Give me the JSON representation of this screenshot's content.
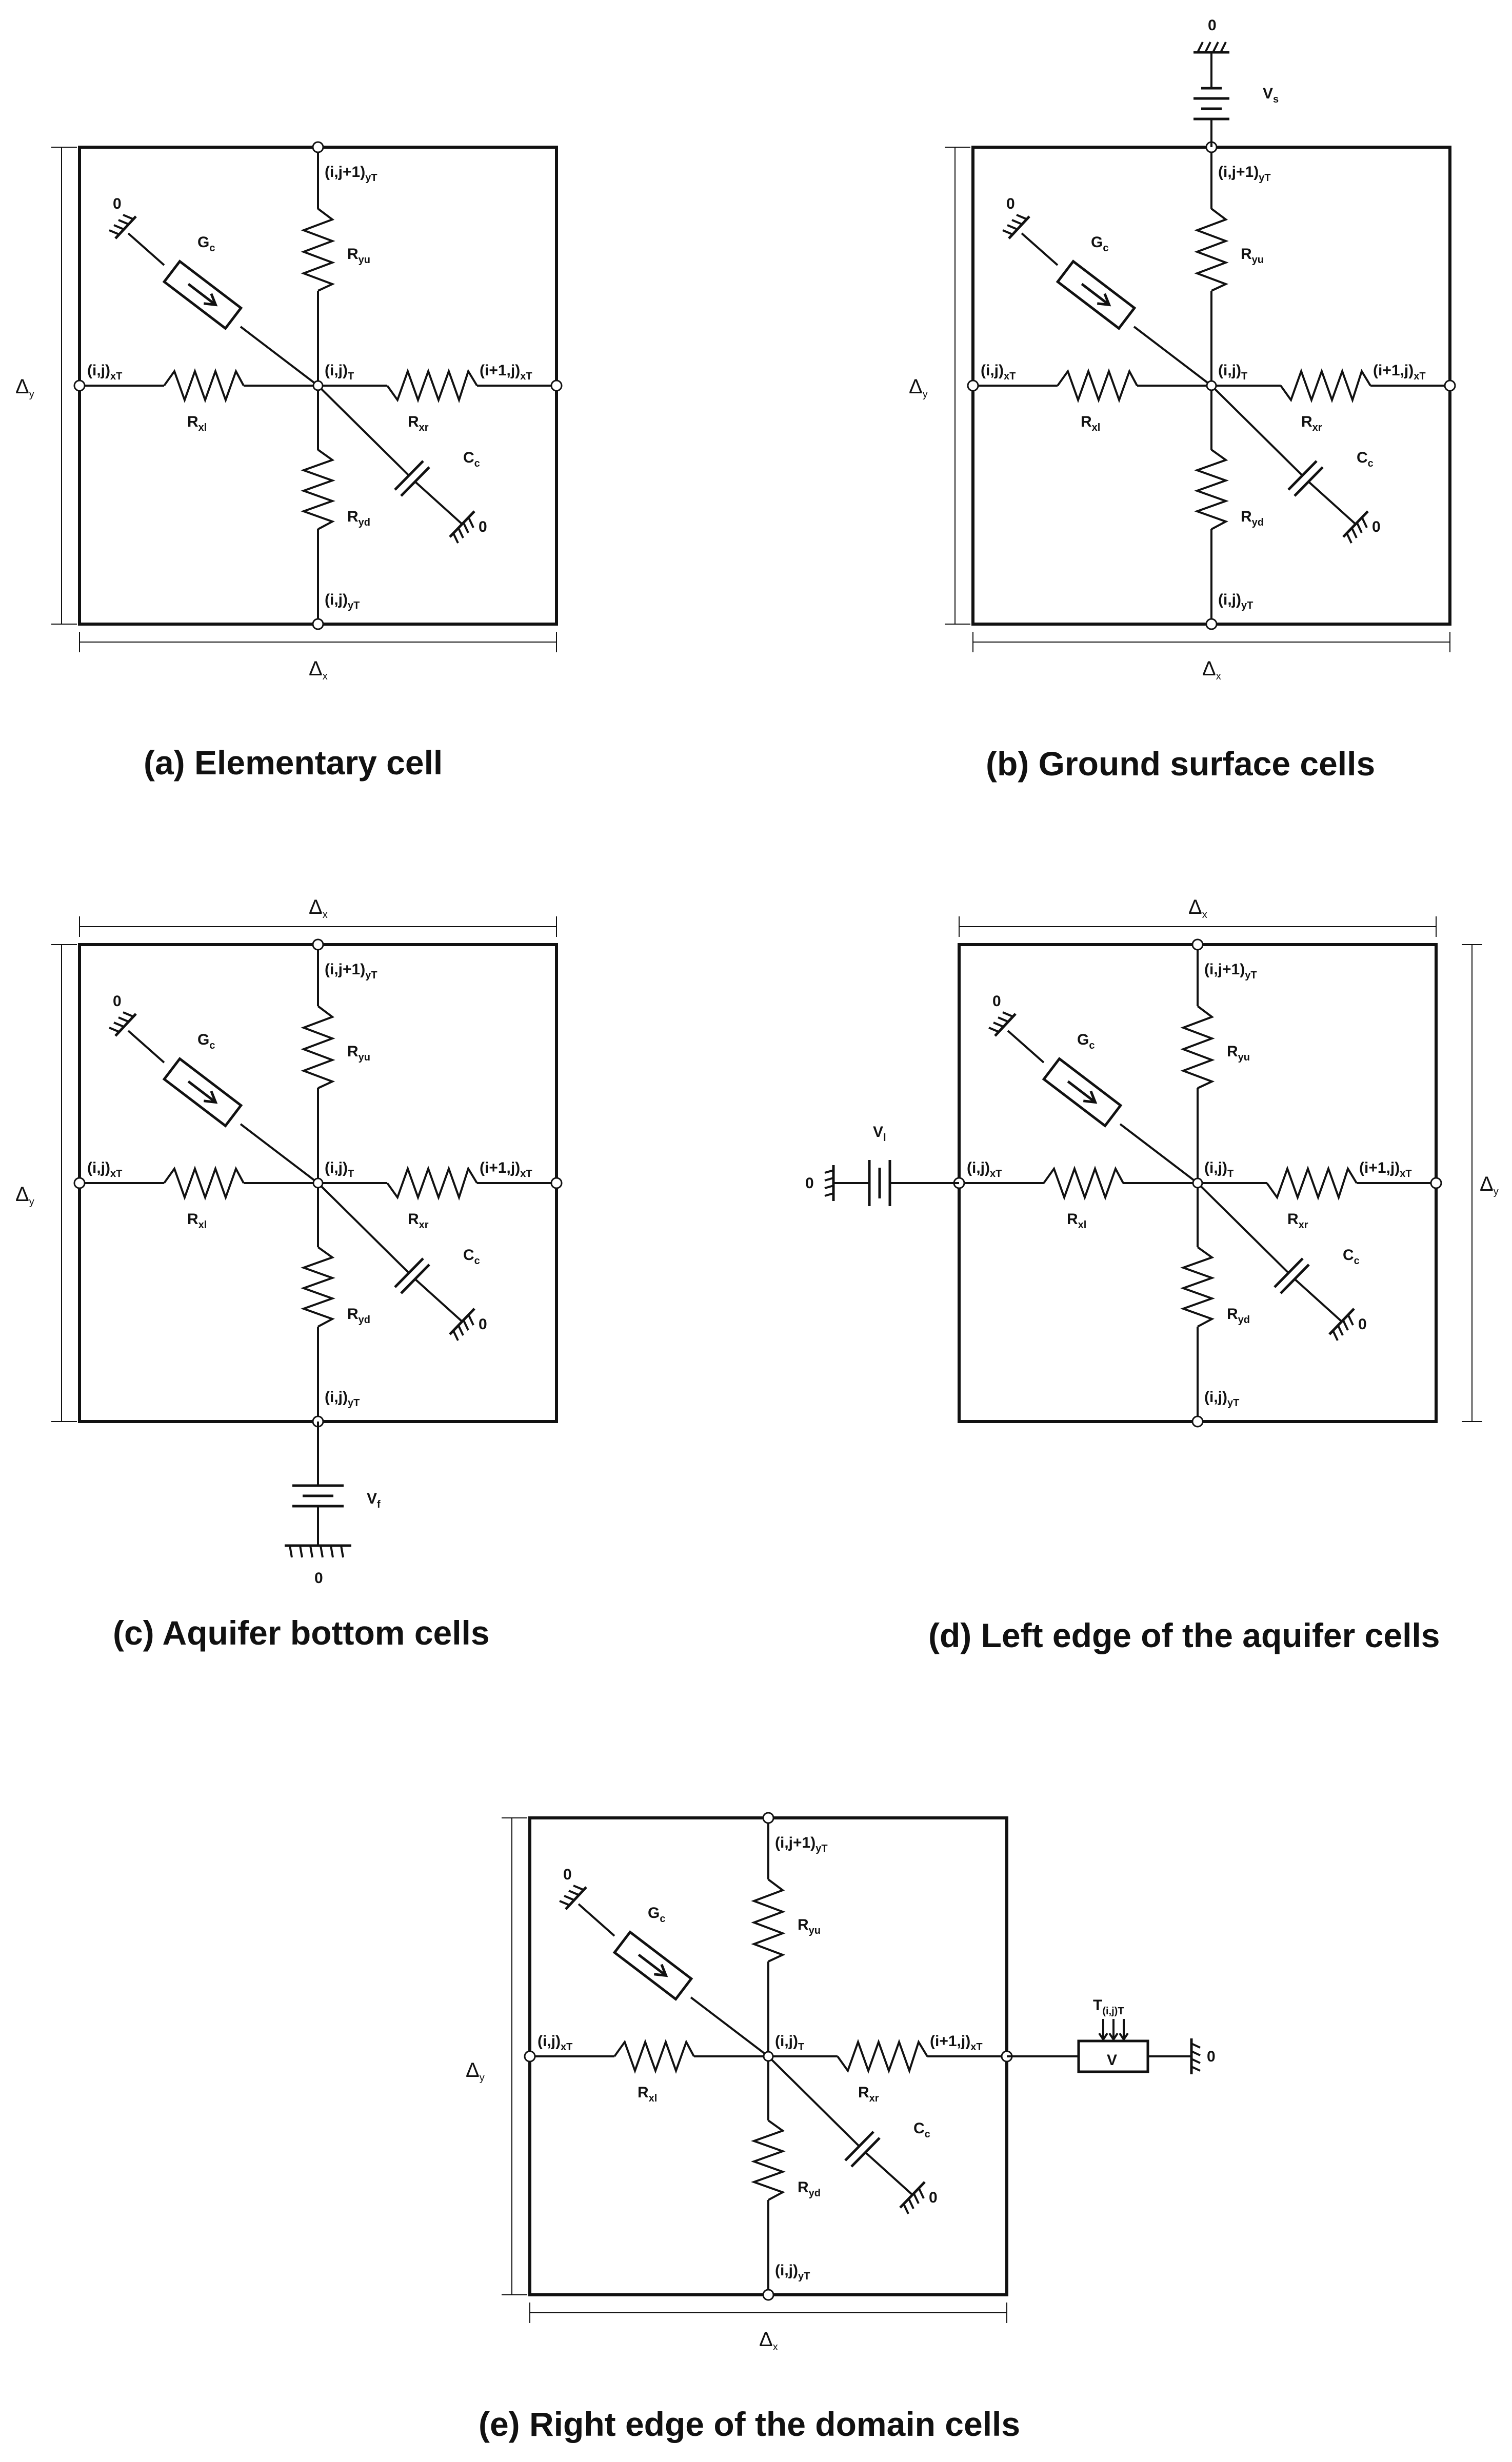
{
  "captions": {
    "a": "(a) Elementary cell",
    "b": "(b) Ground surface cells",
    "c": "(c) Aquifer bottom cells",
    "d": "(d) Left edge of the aquifer cells",
    "e": "(e) Right edge of the domain cells"
  },
  "labels": {
    "node_top_main": "(i,j+1)",
    "node_top_sub": "yT",
    "node_left_main": "(i,j)",
    "node_left_sub": "xT",
    "node_center_main": "(i,j)",
    "node_center_sub": "T",
    "node_right_main": "(i+1,j)",
    "node_right_sub": "xT",
    "node_bottom_main": "(i,j)",
    "node_bottom_sub": "yT",
    "g_main": "G",
    "g_sub": "c",
    "ryu_main": "R",
    "ryu_sub": "yu",
    "rxl_main": "R",
    "rxl_sub": "xl",
    "rxr_main": "R",
    "rxr_sub": "xr",
    "ryd_main": "R",
    "ryd_sub": "yd",
    "cc_main": "C",
    "cc_sub": "c",
    "zero": "0",
    "dx_main": "Δ",
    "dx_sub": "x",
    "dy_main": "Δ",
    "dy_sub": "y"
  },
  "boundary": {
    "vs_main": "V",
    "vs_sub": "s",
    "vf_main": "V",
    "vf_sub": "f",
    "vl_main": "V",
    "vl_sub": "l",
    "t_main": "T",
    "t_sub": "(i,j)T",
    "v_box": "V"
  },
  "colors": {
    "ink": "#111111",
    "background": "#ffffff"
  }
}
